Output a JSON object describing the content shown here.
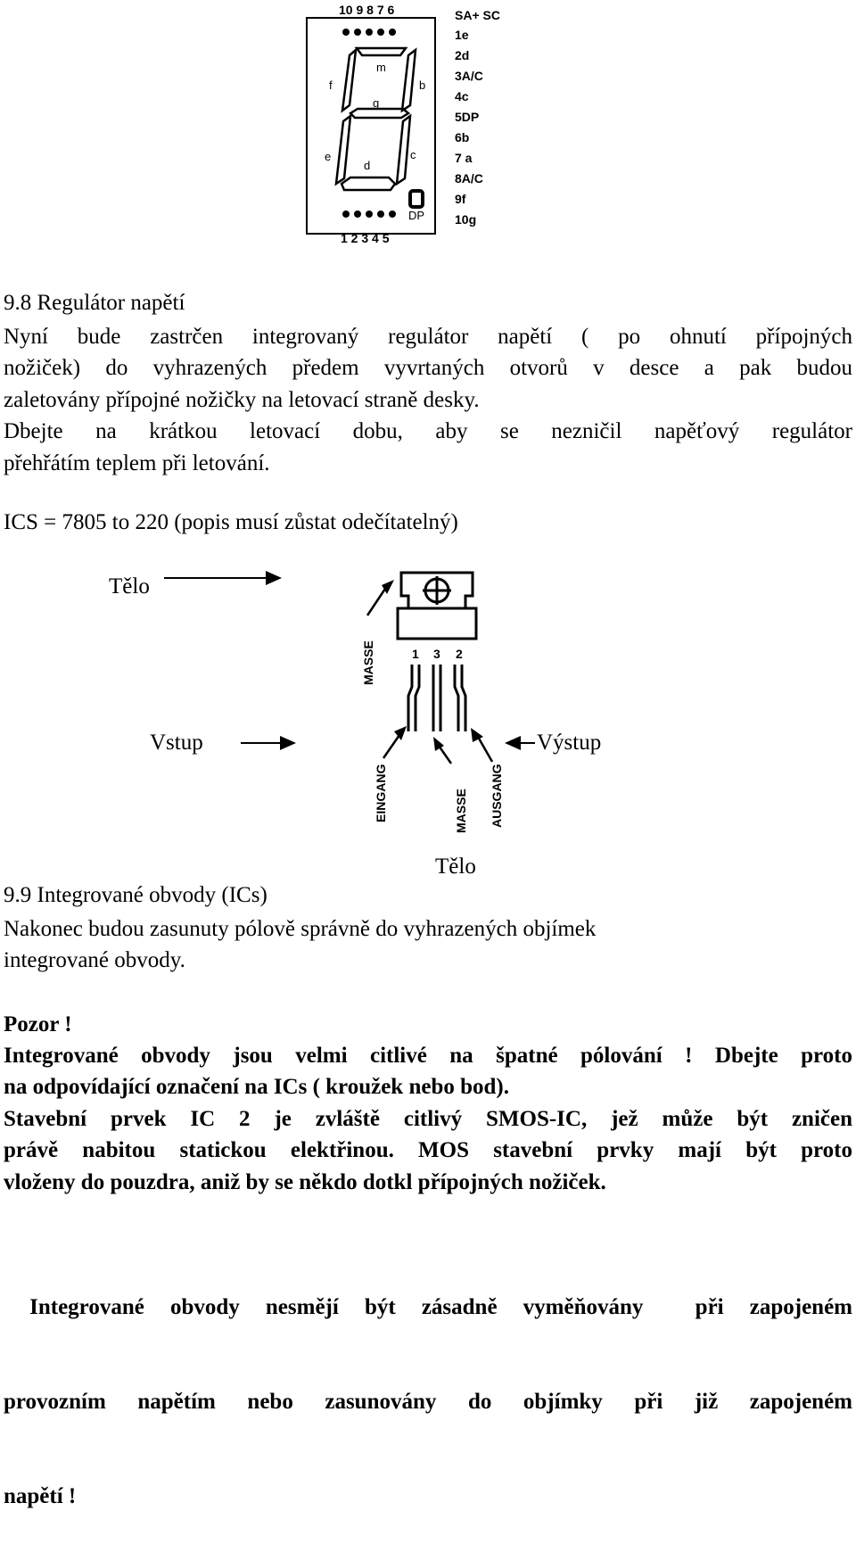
{
  "display_figure": {
    "top_digits": "10 9 8 7 6",
    "bottom_digits": "1 2 3 4 5",
    "segment_labels": {
      "f": "f",
      "m": "m",
      "b": "b",
      "g": "g",
      "e": "e",
      "d": "d",
      "c": "c",
      "dp": "DP"
    },
    "pin_list": [
      "SA+ SC",
      "1e",
      "2d",
      "3A/C",
      "4c",
      "5DP",
      "6b",
      "7 a",
      "8A/C",
      "9f",
      "10g"
    ]
  },
  "section_98": {
    "heading": "9.8  Regulátor napětí",
    "lines": [
      "Nyní bude zastrčen integrovaný regulátor napětí  ( po ohnutí přípojných",
      "nožiček) do vyhrazených předem vyvrtaných otvorů v desce a pak budou",
      "zaletovány přípojné nožičky na letovací straně desky.",
      "Dbejte na krátkou letovací dobu, aby   se nezničil napěťový regulátor",
      "přehřátím  teplem při letování."
    ],
    "ics_line": "ICS   =   7805 to 220 (popis musí  zůstat odečítatelný)"
  },
  "regulator_figure": {
    "telo_top": "Tělo",
    "vstup": "Vstup",
    "vystup": "Výstup",
    "telo_bottom": "Tělo",
    "pin_numbers": [
      "1",
      "3",
      "2"
    ],
    "masse_top": "MASSE",
    "eingang": "EINGANG",
    "masse_bottom": "MASSE",
    "ausgang": "AUSGANG"
  },
  "section_99": {
    "heading": "9.9  Integrované obvody (ICs)",
    "lines": [
      "Nakonec budou zasunuty pólově správně do vyhrazených objímek",
      "integrované obvody."
    ],
    "warning_title": "Pozor !",
    "warning_lines": [
      "Integrované obvody jsou velmi citlivé na špatné pólování ! Dbejte proto",
      "na  odpovídající označení na ICs ( kroužek nebo bod).",
      "Stavební prvek IC 2 je zvláště citlivý SMOS-IC, jež  může být zničen",
      "právě nabitou statickou elektřinou. MOS  stavební prvky mají být proto",
      "vloženy do pouzdra, aniž by se někdo dotkl přípojných nožiček."
    ],
    "final_lines": [
      " Integrované obvody nesmějí být zásadně vyměňovány  při zapojeném",
      "provozním napětím nebo zasunovány do objímky při již zapojeném",
      "napětí !"
    ]
  }
}
